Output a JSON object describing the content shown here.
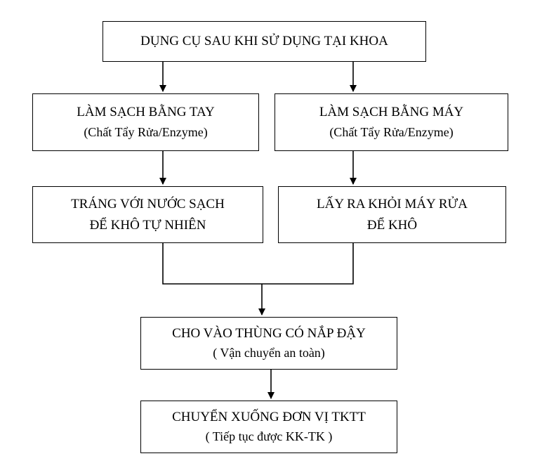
{
  "flowchart": {
    "top": {
      "line1": "DỤNG CỤ SAU KHI SỬ DỤNG TẠI KHOA"
    },
    "manual_clean": {
      "line1": "LÀM SẠCH BẰNG TAY",
      "line2": "(Chất Tẩy Rửa/Enzyme)"
    },
    "machine_clean": {
      "line1": "LÀM SẠCH BẰNG MÁY",
      "line2": "(Chất Tẩy Rửa/Enzyme)"
    },
    "rinse": {
      "line1": "TRÁNG VỚI NƯỚC SẠCH",
      "line2": "ĐỂ KHÔ TỰ NHIÊN"
    },
    "remove_machine": {
      "line1": "LẤY RA KHỎI MÁY RỬA",
      "line2": "ĐỂ KHÔ"
    },
    "container": {
      "line1": "CHO VÀO THÙNG CÓ NẮP ĐẬY",
      "line2": "( Vận chuyển an toàn)"
    },
    "transfer": {
      "line1": "CHUYỂN XUỐNG ĐƠN VỊ TKTT",
      "line2": "( Tiếp tục được  KK-TK )"
    }
  }
}
